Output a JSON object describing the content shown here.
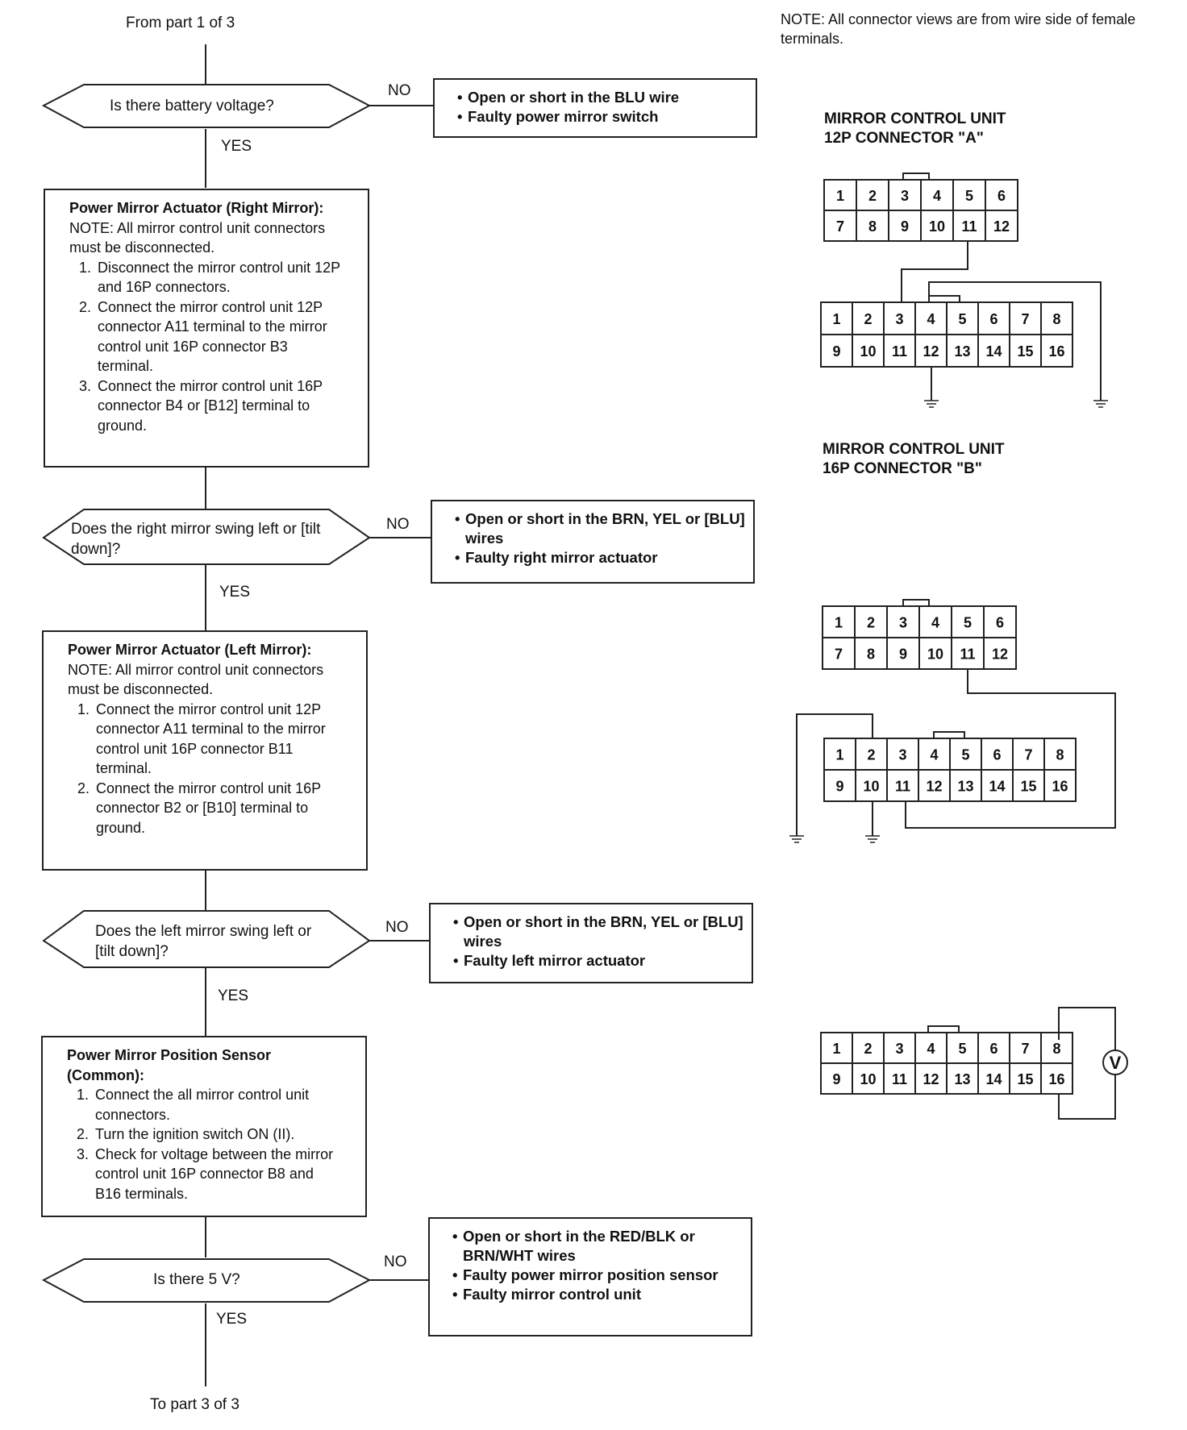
{
  "flow": {
    "start": "From  part  1 of 3",
    "end": "To part  3 of 3",
    "yes": "YES",
    "no": "NO",
    "q1": "Is there battery voltage?",
    "q1_no_items": [
      "Open or short in the BLU wire",
      "Faulty power mirror switch"
    ],
    "step1": {
      "heading": "Power Mirror Actuator (Right Mirror):",
      "note": "NOTE:  All mirror control unit connectors must be disconnected.",
      "items": [
        "Disconnect the mirror control unit 12P and 16P connectors.",
        "Connect the mirror control unit 12P connector A11 terminal to the mirror control unit 16P connector B3 terminal.",
        "Connect the mirror control unit 16P connector B4 or [B12] terminal to ground."
      ]
    },
    "q2": "Does the right mirror swing left or [tilt down]?",
    "q2_no_items": [
      "Open or short in the BRN, YEL or [BLU] wires",
      "Faulty right mirror actuator"
    ],
    "step2": {
      "heading": "Power Mirror Actuator (Left Mirror):",
      "note": "NOTE:  All mirror control unit connectors must be disconnected.",
      "items": [
        "Connect the mirror control unit 12P connector A11 terminal to the mirror control unit 16P connector B11 terminal.",
        "Connect the mirror control unit 16P connector B2 or [B10] terminal to ground."
      ]
    },
    "q3": "Does the left mirror swing left or [tilt down]?",
    "q3_no_items": [
      "Open or short in the BRN, YEL or [BLU] wires",
      "Faulty left mirror actuator"
    ],
    "step3": {
      "heading": "Power Mirror Position Sensor (Common):",
      "items": [
        "Connect the all mirror control unit connectors.",
        "Turn the ignition switch ON (II).",
        "Check for voltage between the mirror control unit 16P connector B8 and B16 terminals."
      ]
    },
    "q4": "Is there 5 V?",
    "q4_no_items": [
      "Open or short in the RED/BLK or BRN/WHT wires",
      "Faulty power mirror position sensor",
      "Faulty mirror control unit"
    ]
  },
  "side": {
    "note": "NOTE:  All connector views are from wire side of female terminals.",
    "caption_a": [
      "MIRROR CONTROL UNIT",
      "12P CONNECTOR \"A\""
    ],
    "caption_b": [
      "MIRROR CONTROL UNIT",
      "16P CONNECTOR \"B\""
    ],
    "pins12_top": [
      "1",
      "2",
      "3",
      "4",
      "5",
      "6"
    ],
    "pins12_bot": [
      "7",
      "8",
      "9",
      "10",
      "11",
      "12"
    ],
    "pins16_top": [
      "1",
      "2",
      "3",
      "4",
      "5",
      "6",
      "7",
      "8"
    ],
    "pins16_bot": [
      "9",
      "10",
      "11",
      "12",
      "13",
      "14",
      "15",
      "16"
    ],
    "voltmeter": "V"
  }
}
